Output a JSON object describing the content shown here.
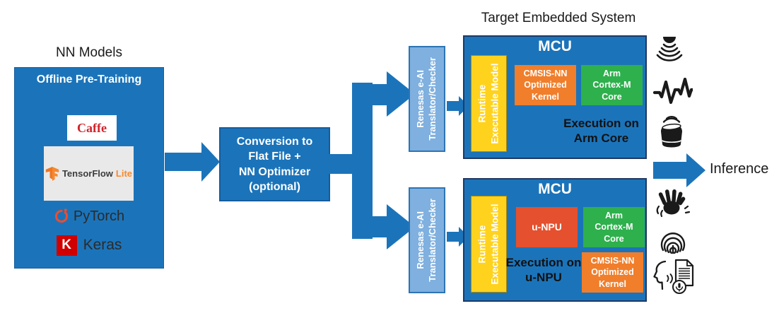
{
  "colors": {
    "primary_blue": "#1B74BA",
    "mcu_border_navy": "#1F3864",
    "translator_fill": "#7FB0DF",
    "translator_border": "#2E74B5",
    "runtime_yellow": "#FFD21E",
    "kernel_orange": "#F07E2B",
    "npu_red": "#E5502E",
    "core_green": "#2EB04D",
    "caffe_red": "#D2232A",
    "keras_red": "#D00000",
    "pytorch_orange": "#EE4C2C",
    "tensorflow_orange": "#F6892E",
    "label_black": "#1A1A1A"
  },
  "left": {
    "heading": "NN Models",
    "box_title": "Offline Pre-Training",
    "caffe": "Caffe",
    "tensorflow": "TensorFlow",
    "tensorflow_lite": "Lite",
    "pytorch": "PyTorch",
    "keras_k": "K",
    "keras": "Keras"
  },
  "conversion": {
    "lines": [
      "Conversion to",
      "Flat File +",
      "NN Optimizer",
      "(optional)"
    ]
  },
  "translator": {
    "line1": "Renesas e-AI",
    "line2": "Translator/Checker"
  },
  "target": {
    "heading": "Target Embedded System",
    "mcu_title": "MCU",
    "runtime_line1": "Runtime",
    "runtime_line2": "Executable Model",
    "arm_path": {
      "kernel": [
        "CMSIS-NN",
        "Optimized",
        "Kernel"
      ],
      "core": [
        "Arm",
        "Cortex-M",
        "Core"
      ],
      "execution": [
        "Execution on",
        "Arm Core"
      ]
    },
    "npu_path": {
      "npu": "u-NPU",
      "core": [
        "Arm",
        "Cortex-M",
        "Core"
      ],
      "execution": [
        "Execution on",
        "u-NPU"
      ],
      "kernel": [
        "CMSIS-NN",
        "Optimized",
        "Kernel"
      ]
    }
  },
  "output": {
    "label": "Inference"
  },
  "icons": [
    "sound-waves-icon",
    "waveform-icon",
    "smart-speaker-icon",
    "hand-gesture-icon",
    "fingerprint-icon",
    "speech-to-text-icon"
  ]
}
